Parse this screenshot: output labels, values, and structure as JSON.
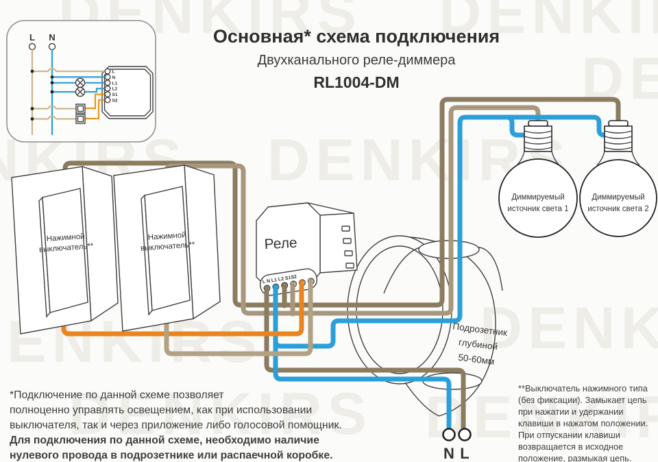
{
  "watermark": {
    "text": "DENKIRS"
  },
  "title": {
    "heading": "Основная* схема подключения",
    "subheading": "Двухканального реле-диммера",
    "model": "RL1004-DM"
  },
  "inset": {
    "phase_label": "L",
    "neutral_label": "N",
    "relay_terminals": [
      "L",
      "N",
      "L1",
      "L2",
      "S1",
      "S2"
    ]
  },
  "main": {
    "switch1": {
      "label_line1": "Нажимной",
      "label_line2": "выключатель**"
    },
    "switch2": {
      "label_line1": "Нажимной",
      "label_line2": "выключатель**"
    },
    "relay": {
      "label": "Реле",
      "terminals_label": "L N L1 L2 S1S2"
    },
    "bulb1": {
      "label_line1": "Диммируемый",
      "label_line2": "источник света 1"
    },
    "bulb2": {
      "label_line1": "Диммируемый",
      "label_line2": "источник света 2"
    },
    "backbox": {
      "label_line1": "Подрозетник",
      "label_line2": "глубиной",
      "label_line3": "50-60мм"
    },
    "mains": {
      "neutral_label": "N",
      "phase_label": "L"
    }
  },
  "footnotes": {
    "left": {
      "line1": "*Подключение по данной схеме позволяет",
      "line2": "полноценно управлять освещением, как при использовании",
      "line3": "выключателя, так и через приложение либо голосовой помощник.",
      "line4_bold": "Для подключения по данной схеме, необходимо наличие",
      "line5_bold": "нулевого провода в подрозетнике или распаечной коробке."
    },
    "right": {
      "line1": "**Выключатель нажимного типа",
      "line2": "(без фиксации). Замыкает цепь",
      "line3": "при нажатии и удержании",
      "line4": "клавиши в нажатом положении.",
      "line5": "При отпускании клавиши",
      "line6": "возвращается в исходное",
      "line7": "положение, размыкая цепь."
    }
  },
  "colors": {
    "wire_phase_taupe": "#8b7b5f",
    "wire_tan": "#a8977c",
    "wire_khaki": "#b2a283",
    "wire_neutral_blue": "#2b9fd9",
    "wire_switch_orange": "#e8851f",
    "outline": "#3f3f3f",
    "background": "#fbfbf9"
  }
}
